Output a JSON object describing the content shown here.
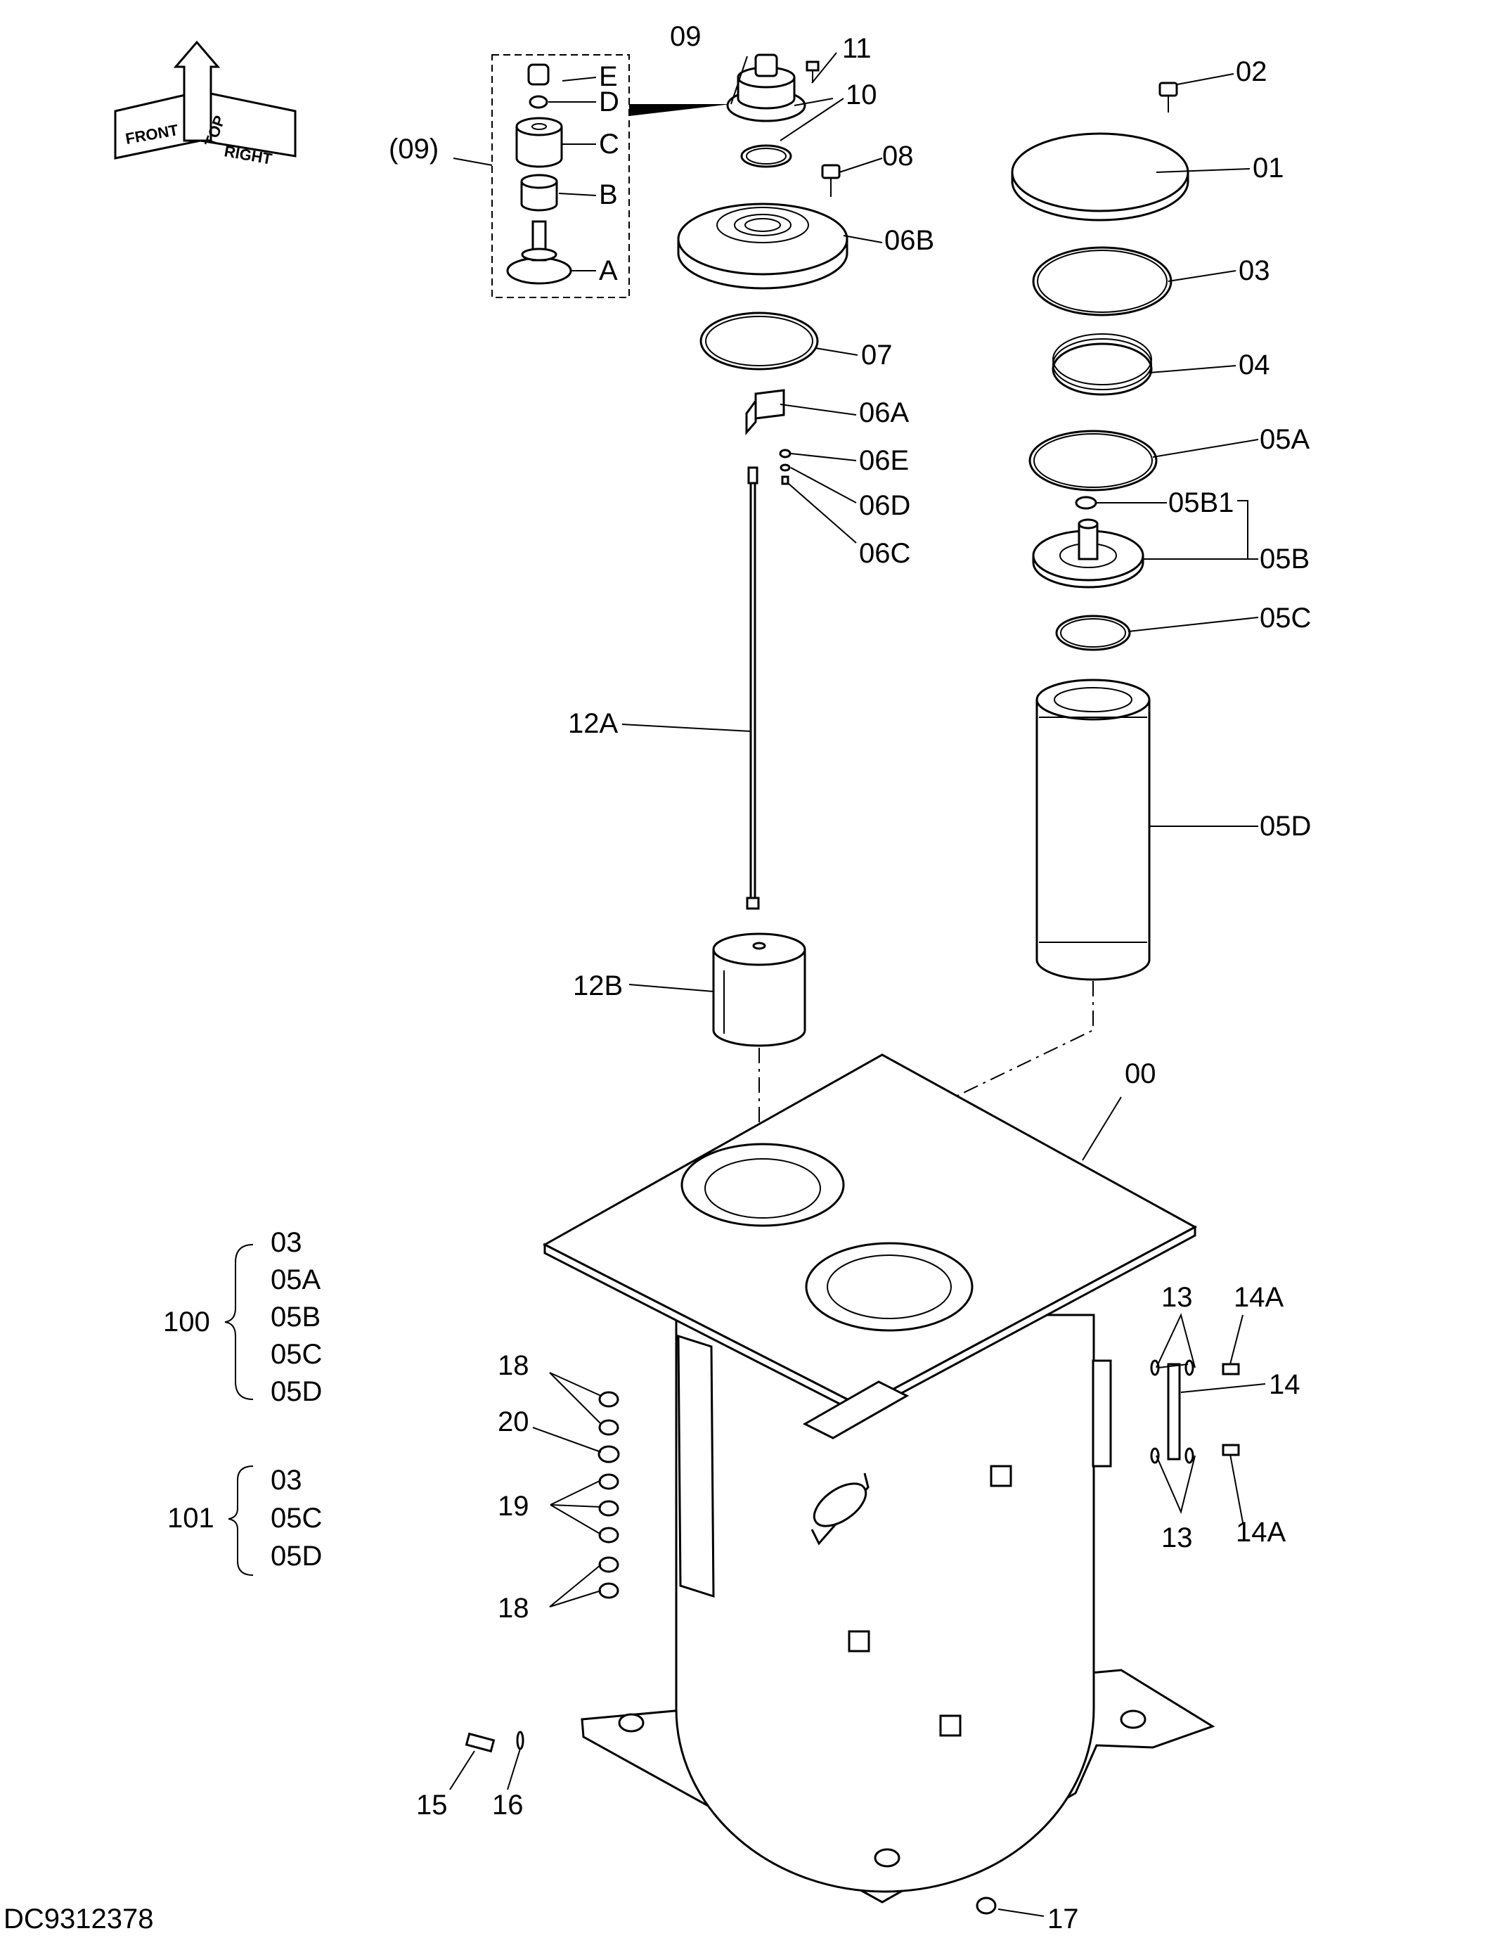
{
  "drawing_id": "DC9312378",
  "orientation": {
    "top": "TOP",
    "front": "FRONT",
    "right": "RIGHT"
  },
  "callouts": {
    "p00": "00",
    "p01": "01",
    "p02": "02",
    "p03": "03",
    "p04": "04",
    "p05A": "05A",
    "p05B": "05B",
    "p05B1": "05B1",
    "p05C": "05C",
    "p05D": "05D",
    "p06A": "06A",
    "p06B": "06B",
    "p06C": "06C",
    "p06D": "06D",
    "p06E": "06E",
    "p07": "07",
    "p08": "08",
    "p09": "09",
    "p10": "10",
    "p11": "11",
    "p12A": "12A",
    "p12B": "12B",
    "p13": "13",
    "p14": "14",
    "p14A": "14A",
    "p15": "15",
    "p16": "16",
    "p17": "17",
    "p18": "18",
    "p19": "19",
    "p20": "20"
  },
  "assembly_09": {
    "label": "(09)",
    "parts": [
      "E",
      "D",
      "C",
      "B",
      "A"
    ]
  },
  "kits": [
    {
      "id": "100",
      "parts": [
        "03",
        "05A",
        "05B",
        "05C",
        "05D"
      ]
    },
    {
      "id": "101",
      "parts": [
        "03",
        "05C",
        "05D"
      ]
    }
  ]
}
